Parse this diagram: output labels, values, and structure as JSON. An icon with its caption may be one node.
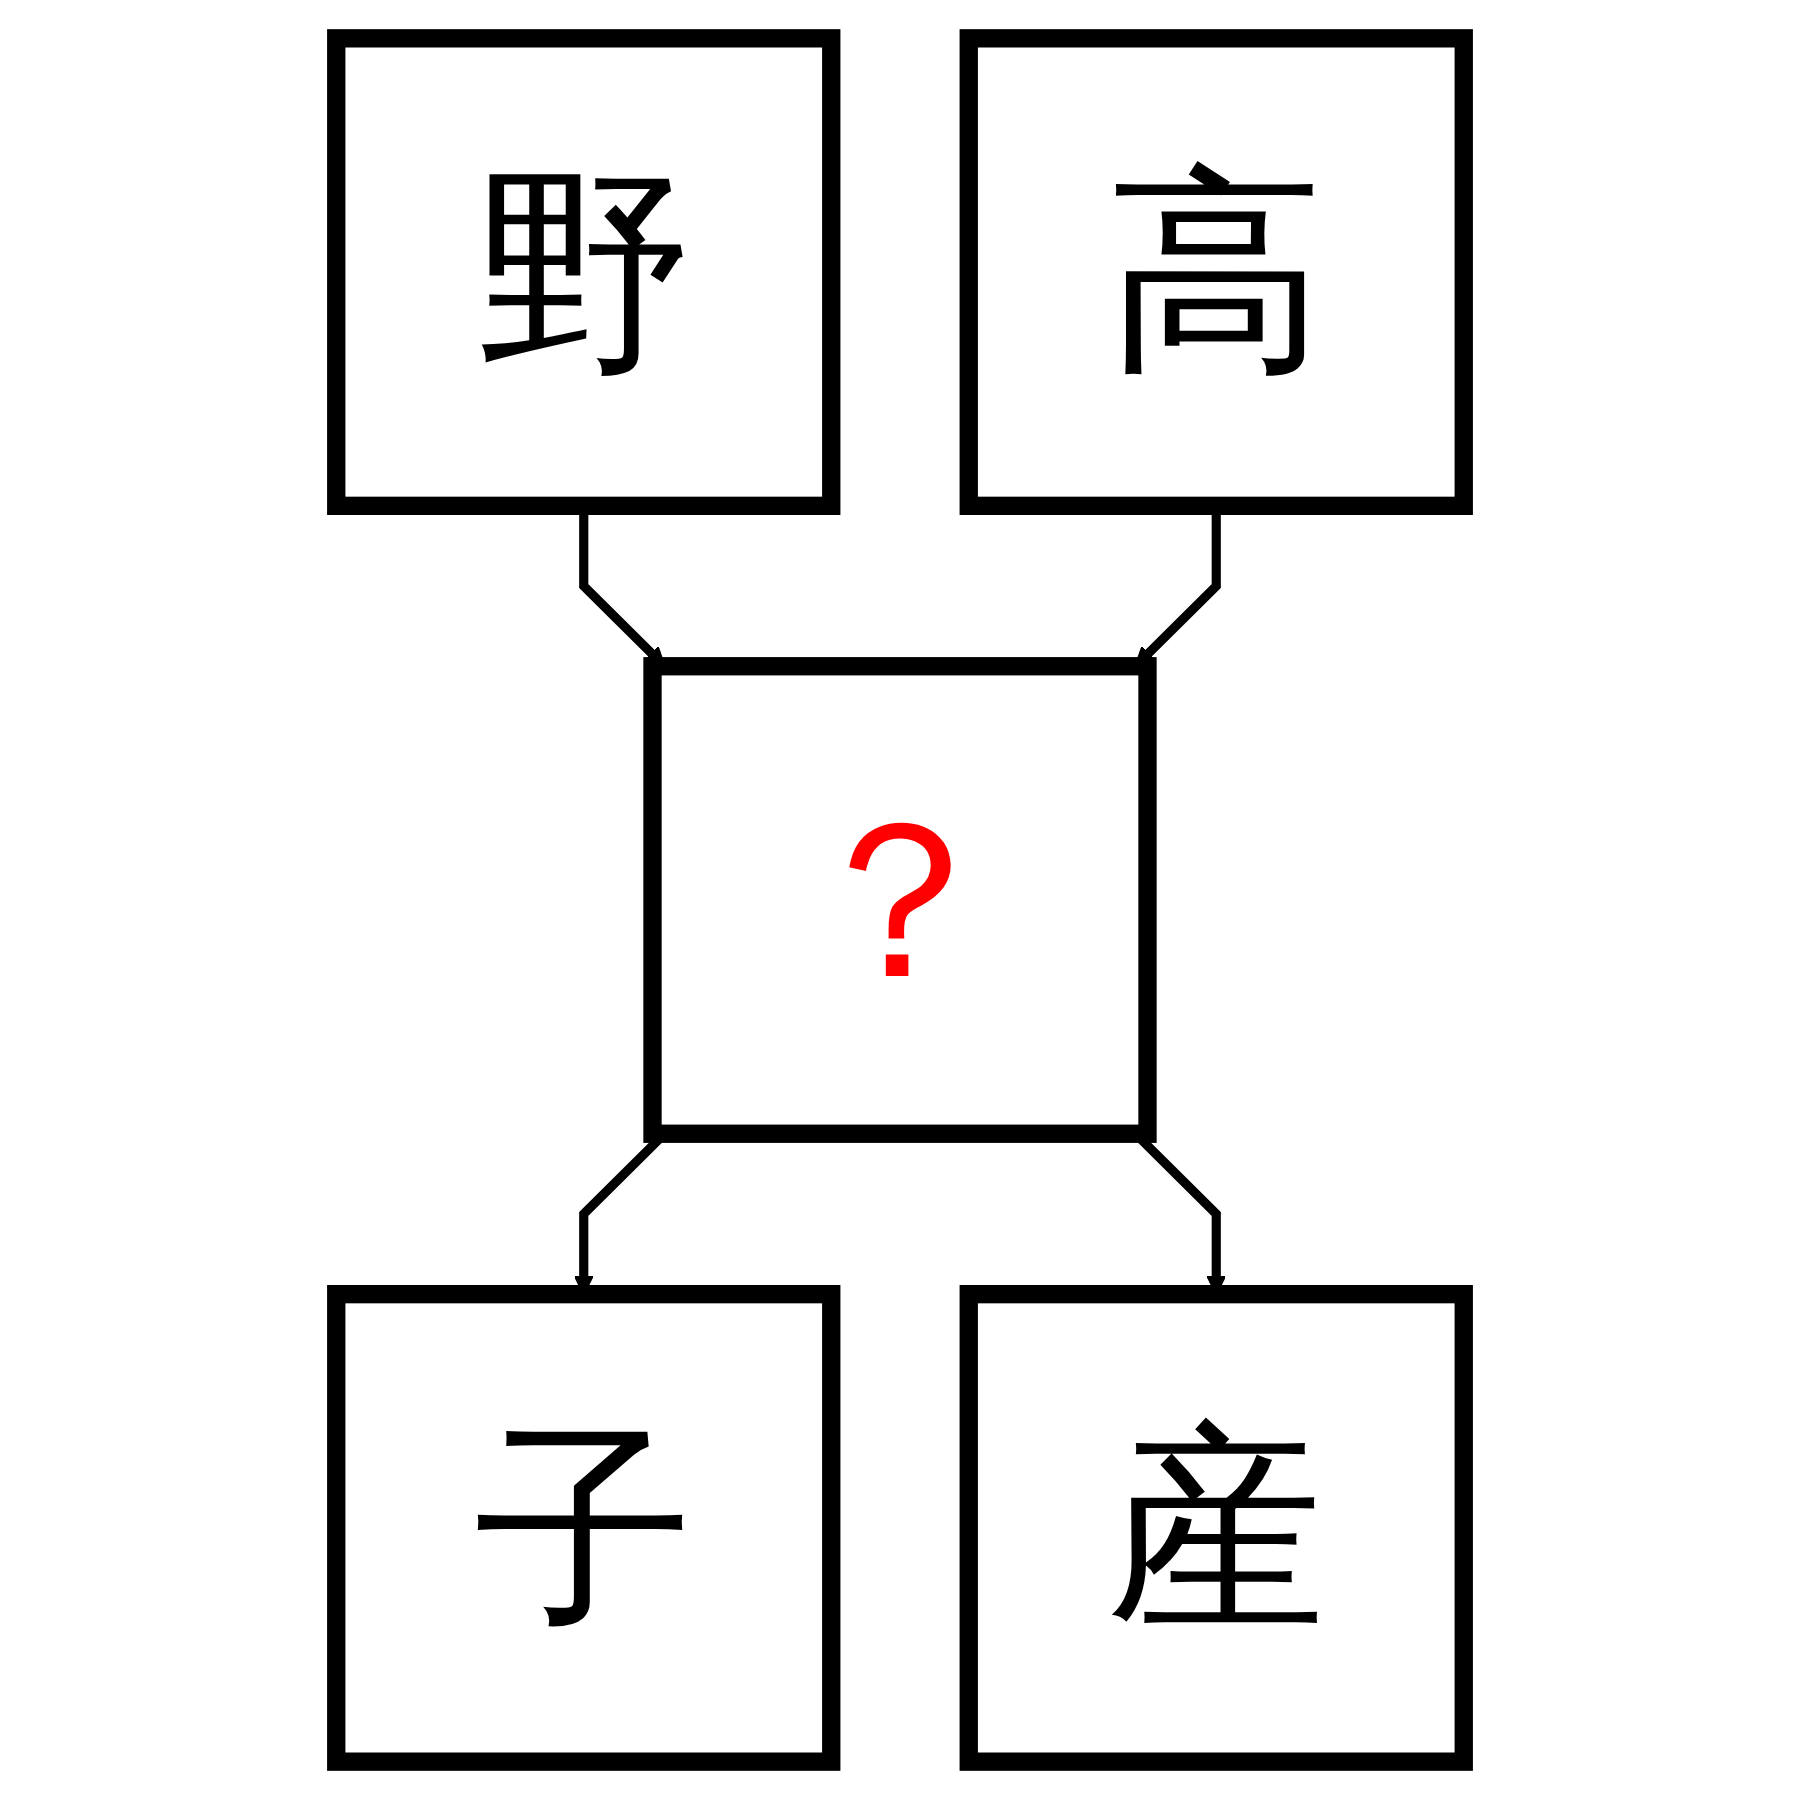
{
  "diagram": {
    "nodes": [
      {
        "text": [
          "野"
        ]
      },
      {
        "text": [
          "高"
        ]
      },
      {
        "text": [
          "？"
        ]
      },
      {
        "text": [
          "子"
        ]
      },
      {
        "text": [
          "産"
        ]
      }
    ],
    "edges": [
      {
        "from": 0,
        "to": 2,
        "arrow": "to"
      },
      {
        "from": 1,
        "to": 2,
        "arrow": "to"
      },
      {
        "from": 2,
        "to": 3,
        "arrow": "to"
      },
      {
        "from": 2,
        "to": 4,
        "arrow": "to"
      }
    ]
  }
}
